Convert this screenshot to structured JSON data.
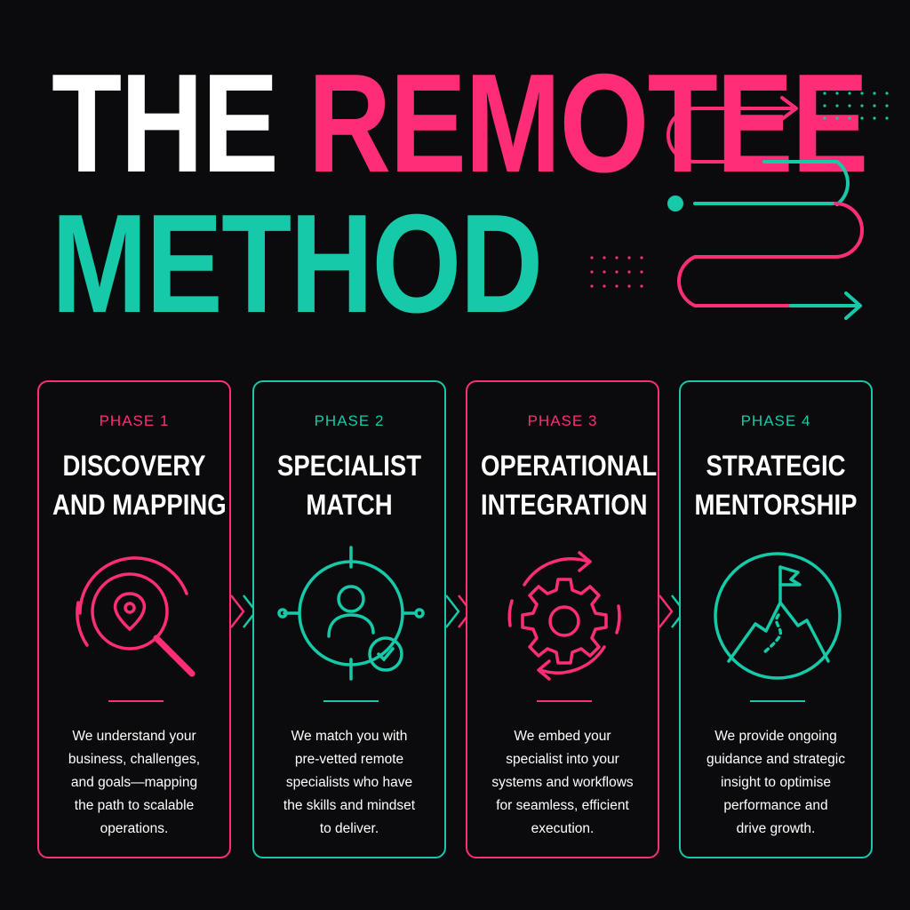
{
  "title": {
    "word1": "THE",
    "word2": "REMOTEE",
    "word3": "METHOD"
  },
  "colors": {
    "pink": "#ff2d78",
    "teal": "#16c9a8",
    "background": "#0b0b0d",
    "text": "#ffffff"
  },
  "phases": [
    {
      "label": "PHASE 1",
      "heading": [
        "DISCOVERY",
        "AND MAPPING"
      ],
      "icon": "map-search-icon",
      "description": [
        "We understand your",
        "business, challenges,",
        "and goals—mapping",
        "the path to scalable",
        "operations."
      ]
    },
    {
      "label": "PHASE 2",
      "heading": [
        "SPECIALIST",
        "MATCH"
      ],
      "icon": "specialist-target-icon",
      "description": [
        "We match you with",
        "pre-vetted remote",
        "specialists who have",
        "the skills and mindset",
        "to deliver."
      ]
    },
    {
      "label": "PHASE 3",
      "heading": [
        "OPERATIONAL",
        "INTEGRATION"
      ],
      "icon": "gear-cycle-icon",
      "description": [
        "We embed your",
        "specialist into your",
        "systems and workflows",
        "for seamless, efficient",
        "execution."
      ]
    },
    {
      "label": "PHASE 4",
      "heading": [
        "STRATEGIC",
        "MENTORSHIP"
      ],
      "icon": "mountain-flag-icon",
      "description": [
        "We provide ongoing",
        "guidance and strategic",
        "insight to optimise",
        "performance and",
        "drive growth."
      ]
    }
  ]
}
